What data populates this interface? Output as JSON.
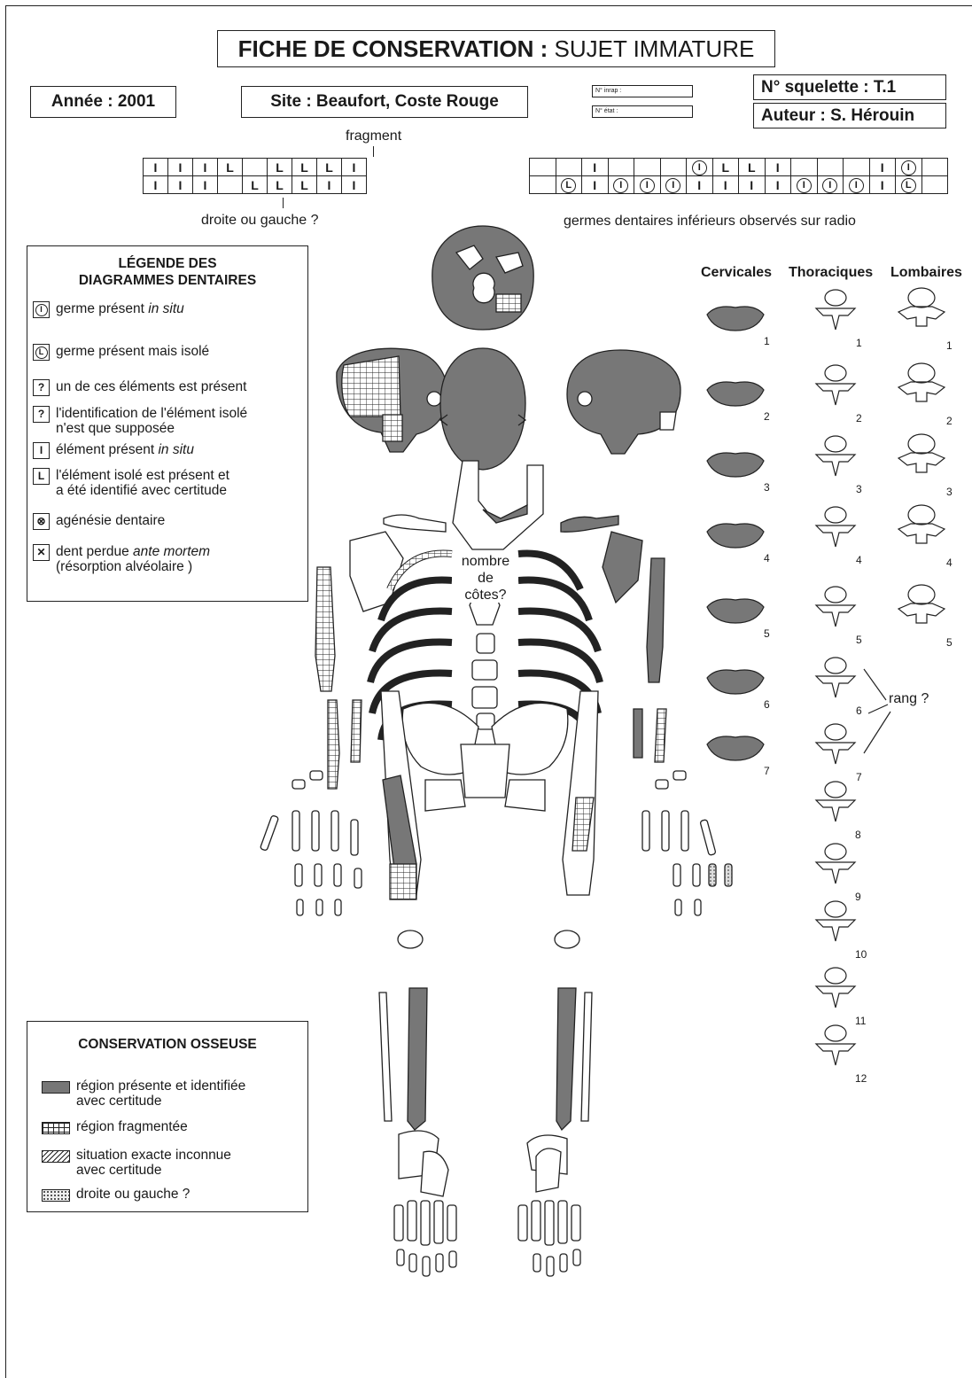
{
  "header": {
    "title_bold": "FICHE DE CONSERVATION :",
    "title_regular": "SUJET IMMATURE",
    "year": "Année : 2001",
    "site": "Site : Beaufort, Coste Rouge",
    "inrap_label": "N° inrap :",
    "etat_label": "N° état :",
    "skeleton_no": "N° squelette : T.1",
    "author": "Auteur : S. Hérouin"
  },
  "dental": {
    "fragment_label": "fragment",
    "left_question": "droite ou gauche ?",
    "right_caption": "germes dentaires inférieurs observés sur radio",
    "left_top": [
      "I",
      "I",
      "I",
      "L",
      "",
      "L",
      "L",
      "L",
      "I"
    ],
    "left_bottom": [
      "I",
      "I",
      "I",
      "",
      "L",
      "L",
      "L",
      "I",
      "I"
    ],
    "right_top": [
      "",
      "",
      "I",
      "",
      "",
      "",
      "(I)",
      "L",
      "L",
      "I",
      "",
      "",
      "",
      "I",
      "(I)",
      ""
    ],
    "right_bottom": [
      "",
      "(L)",
      "I",
      "(I)",
      "(I)",
      "(I)",
      "I",
      "I",
      "I",
      "I",
      "(I)",
      "(I)",
      "(I)",
      "I",
      "(L)",
      ""
    ]
  },
  "legend_dental": {
    "title_line1": "LÉGENDE DES",
    "title_line2": "DIAGRAMMES DENTAIRES",
    "items": [
      {
        "symbol": "I",
        "circled": true,
        "text": "germe présent",
        "italic": "in situ",
        "text2": ""
      },
      {
        "symbol": "L",
        "circled": true,
        "text": "germe présent mais isolé",
        "italic": "",
        "text2": ""
      },
      {
        "symbol": "?",
        "circled": false,
        "text": "un de ces éléments est présent",
        "italic": "",
        "text2": ""
      },
      {
        "symbol": "?",
        "circled": false,
        "text": "l'identification de l'élément isolé",
        "italic": "",
        "text2": "n'est que supposée"
      },
      {
        "symbol": "I",
        "circled": false,
        "text": "élément  présent",
        "italic": "in situ",
        "text2": ""
      },
      {
        "symbol": "L",
        "circled": false,
        "text": "l'élément isolé est présent et",
        "italic": "",
        "text2": "a été identifié avec certitude"
      },
      {
        "symbol": "⊗",
        "circled": false,
        "text": "agénésie dentaire",
        "italic": "",
        "text2": ""
      },
      {
        "symbol": "✕",
        "circled": false,
        "text": "dent perdue",
        "italic": "ante mortem",
        "text2": "(résorption alvéolaire )"
      }
    ]
  },
  "legend_bone": {
    "title": "CONSERVATION OSSEUSE",
    "items": [
      {
        "pattern": "dark",
        "line1": "région présente et identifiée",
        "line2": "avec certitude"
      },
      {
        "pattern": "grid",
        "line1": "région fragmentée",
        "line2": ""
      },
      {
        "pattern": "hatch",
        "line1": "situation exacte inconnue",
        "line2": "avec certitude"
      },
      {
        "pattern": "dots",
        "line1": "droite ou gauche ?",
        "line2": ""
      }
    ]
  },
  "vertebrae": {
    "col_cervical": "Cervicales",
    "col_thoracic": "Thoraciques",
    "col_lumbar": "Lombaires",
    "cervical_nums": [
      "1",
      "2",
      "3",
      "4",
      "5",
      "6",
      "7"
    ],
    "thoracic_nums": [
      "1",
      "2",
      "3",
      "4",
      "5",
      "6",
      "7",
      "8",
      "9",
      "10",
      "11",
      "12"
    ],
    "lumbar_nums": [
      "1",
      "2",
      "3",
      "4",
      "5"
    ],
    "rank_label": "rang ?"
  },
  "skeleton": {
    "ribs_line1": "nombre",
    "ribs_line2": "de",
    "ribs_line3": "côtes?"
  },
  "colors": {
    "present": "#777777",
    "line": "#222222"
  }
}
